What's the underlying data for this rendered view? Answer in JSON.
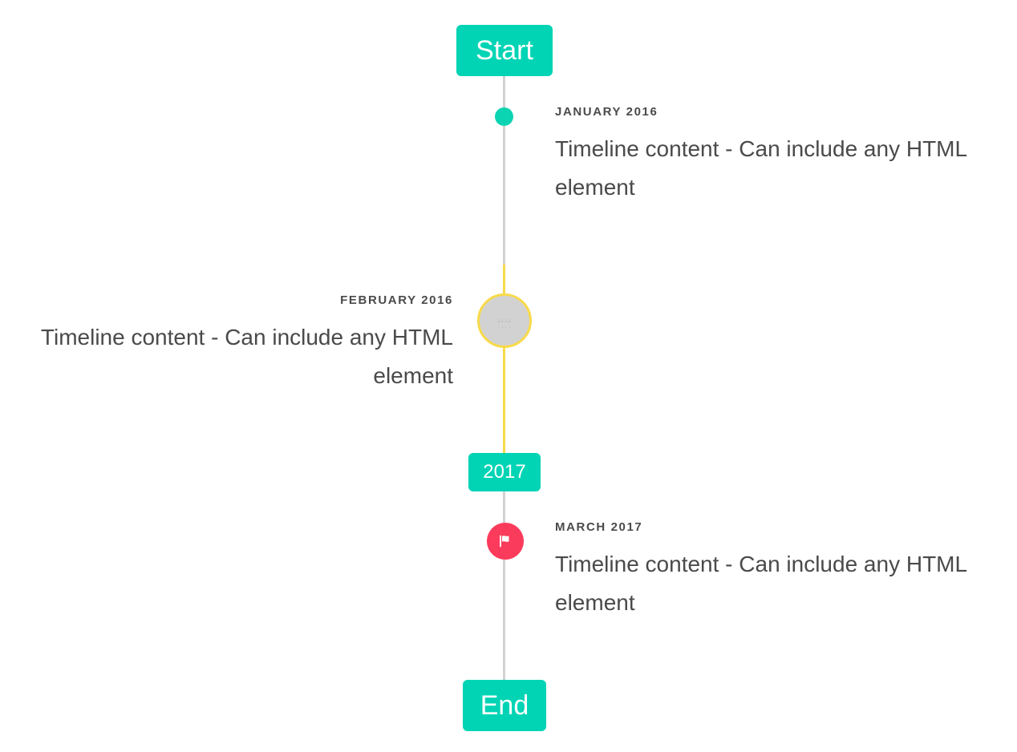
{
  "timeline": {
    "start_label": "Start",
    "middle_label": "2017",
    "end_label": "End",
    "colors": {
      "accent_teal": "#00d4b4",
      "dot_teal": "#0ad4b2",
      "rail_gray": "#d2d2d2",
      "rail_yellow": "#f8da4a",
      "flag_pink": "#fb3b5c",
      "text_gray": "#4a4a4a",
      "marker_fill_gray": "#d2d2d2"
    },
    "events": [
      {
        "date": "January 2016",
        "content": "Timeline content - Can include any HTML element",
        "side": "right",
        "marker": "dot-small-teal"
      },
      {
        "date": "February 2016",
        "content": "Timeline content - Can include any HTML element",
        "side": "left",
        "marker": "circle-large-missing-glyph",
        "marker_glyph": "␣␣␣␣"
      },
      {
        "date": "March 2017",
        "content": "Timeline content - Can include any HTML element",
        "side": "right",
        "marker": "circle-flag-pink"
      }
    ]
  }
}
